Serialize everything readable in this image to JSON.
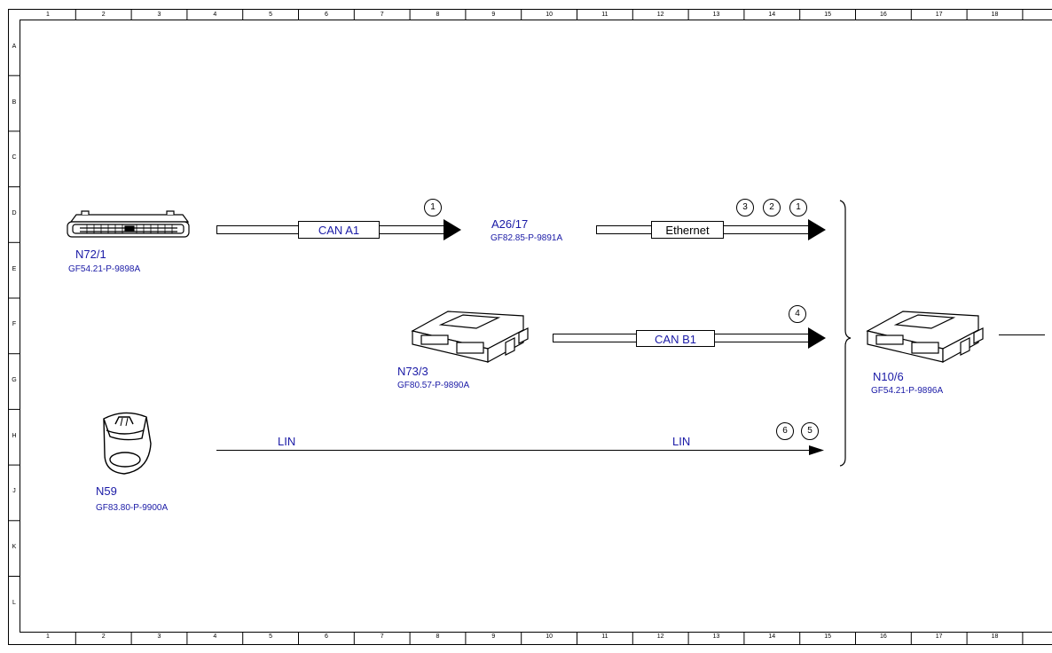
{
  "grid": {
    "columns": [
      "1",
      "2",
      "3",
      "4",
      "5",
      "6",
      "7",
      "8",
      "9",
      "10",
      "11",
      "12",
      "13",
      "14",
      "15",
      "16",
      "17",
      "18"
    ],
    "rows": [
      "A",
      "B",
      "C",
      "D",
      "E",
      "F",
      "G",
      "H",
      "J",
      "K",
      "L"
    ]
  },
  "components": {
    "n72": {
      "label": "N72/1",
      "ref": "GF54.21-P-9898A"
    },
    "a26": {
      "label": "A26/17",
      "ref": "GF82.85-P-9891A"
    },
    "n73": {
      "label": "N73/3",
      "ref": "GF80.57-P-9890A"
    },
    "n59": {
      "label": "N59",
      "ref": "GF83.80-P-9900A"
    },
    "n10": {
      "label": "N10/6",
      "ref": "GF54.21-P-9896A"
    }
  },
  "buses": {
    "can_a1": {
      "label": "CAN A1",
      "markers": [
        "1"
      ]
    },
    "ethernet": {
      "label": "Ethernet",
      "markers": [
        "3",
        "2",
        "1"
      ]
    },
    "can_b1": {
      "label": "CAN B1",
      "markers": [
        "4"
      ]
    },
    "lin": {
      "label_left": "LIN",
      "label_right": "LIN",
      "markers": [
        "6",
        "5"
      ]
    }
  }
}
